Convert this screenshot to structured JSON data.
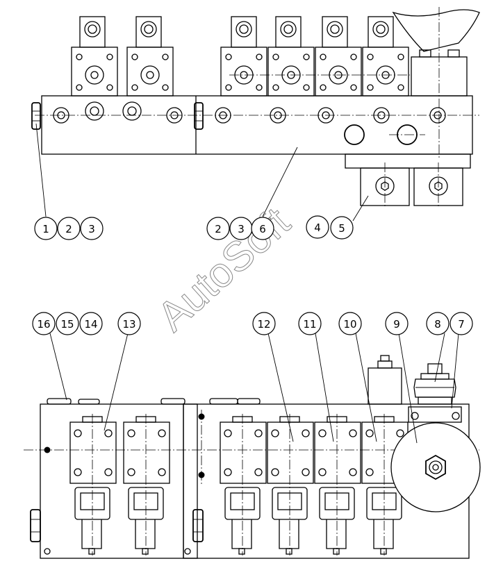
{
  "diagram": {
    "watermark": "AutoSoft",
    "top_view_callouts": [
      {
        "id": "top-1",
        "label": "1"
      },
      {
        "id": "top-2",
        "label": "2"
      },
      {
        "id": "top-3",
        "label": "3"
      },
      {
        "id": "top-2b",
        "label": "2"
      },
      {
        "id": "top-3b",
        "label": "3"
      },
      {
        "id": "top-6",
        "label": "6"
      },
      {
        "id": "top-4",
        "label": "4"
      },
      {
        "id": "top-5",
        "label": "5"
      }
    ],
    "front_view_callouts": [
      {
        "id": "front-16",
        "label": "16"
      },
      {
        "id": "front-15",
        "label": "15"
      },
      {
        "id": "front-14",
        "label": "14"
      },
      {
        "id": "front-13",
        "label": "13"
      },
      {
        "id": "front-12",
        "label": "12"
      },
      {
        "id": "front-11",
        "label": "11"
      },
      {
        "id": "front-10",
        "label": "10"
      },
      {
        "id": "front-9",
        "label": "9"
      },
      {
        "id": "front-8",
        "label": "8"
      },
      {
        "id": "front-7",
        "label": "7"
      }
    ]
  }
}
